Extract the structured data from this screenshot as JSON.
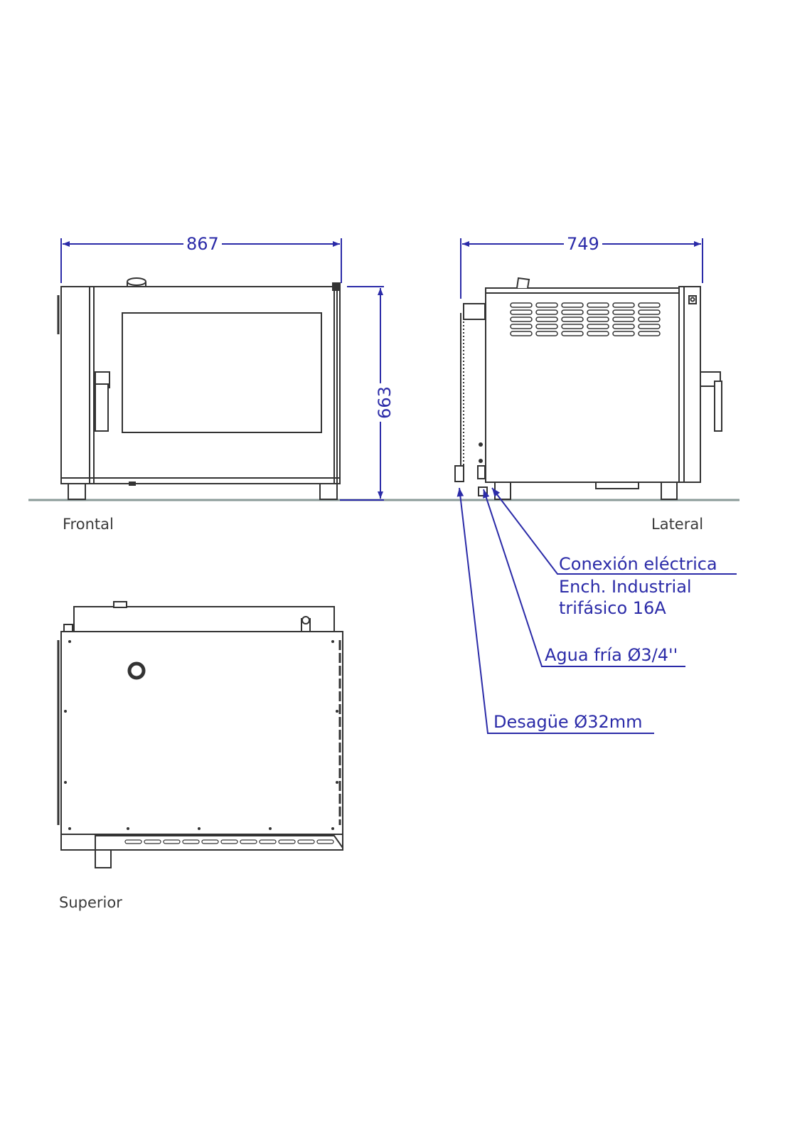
{
  "dimensions": {
    "width_front": "867",
    "depth_side": "749",
    "height": "663"
  },
  "views": {
    "front": "Frontal",
    "side": "Lateral",
    "top": "Superior"
  },
  "callouts": {
    "electrical_line1": "Conexión eléctrica",
    "electrical_line2": "Ench. Industrial",
    "electrical_line3": "trifásico 16A",
    "water": "Agua fría Ø3/4''",
    "drain": "Desagüe Ø32mm"
  },
  "colors": {
    "dimension": "#2b2ba8",
    "line": "#333333",
    "floor": "#8a9a98"
  }
}
